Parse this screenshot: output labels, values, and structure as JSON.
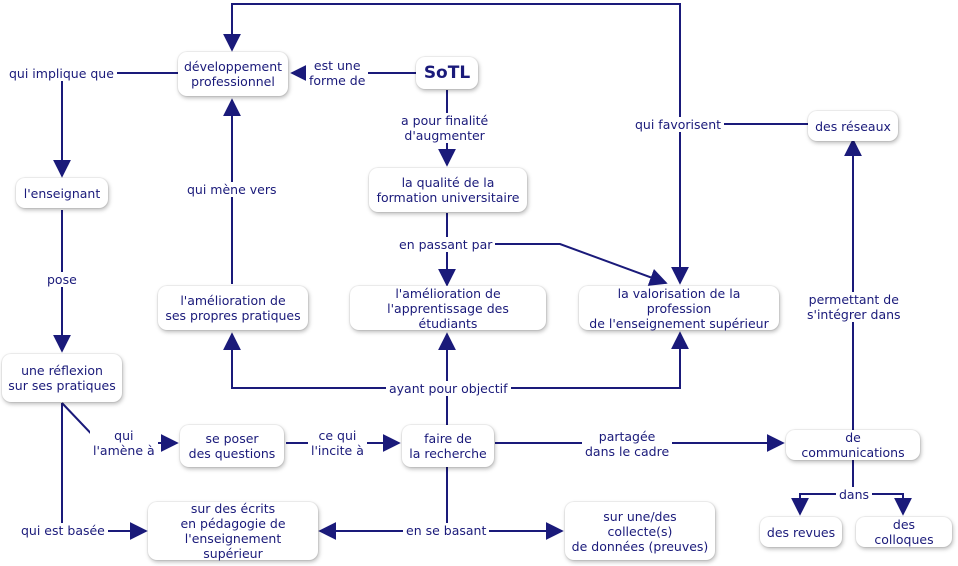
{
  "nodes": {
    "sotl": "SoTL",
    "dev_pro": "développement\nprofessionnel",
    "qualite": "la qualité de la\nformation universitaire",
    "enseignant": "l'enseignant",
    "amelioration_pratiques": "l'amélioration de\nses propres pratiques",
    "amelioration_apprentissage": "l'amélioration de\nl'apprentissage des étudiants",
    "valorisation": "la valorisation de la profession\nde l'enseignement supérieur",
    "reseaux": "des réseaux",
    "reflexion": "une réflexion\nsur ses pratiques",
    "questions": "se poser\ndes questions",
    "recherche": "faire de\nla recherche",
    "communications": "de communications",
    "ecrits": "sur des écrits\nen pédagogie de\nl'enseignement supérieur",
    "collectes": "sur une/des\ncollecte(s)\nde données (preuves)",
    "revues": "des revues",
    "colloques": "des colloques"
  },
  "links": {
    "est_une_forme_de": "est une\nforme de",
    "qui_implique_que": "qui implique que",
    "a_pour_finalite": "a pour finalité\nd'augmenter",
    "qui_favorisent": "qui favorisent",
    "qui_mene_vers": "qui mène vers",
    "pose": "pose",
    "en_passant_par": "en passant par",
    "permettant": "permettant de\ns'intégrer dans",
    "ayant_pour_objectif": "ayant pour objectif",
    "qui_amene_a": "qui\nl'amène à",
    "ce_qui_incite": "ce qui\nl'incite à",
    "partagee": "partagée\ndans le cadre",
    "qui_est_basee": "qui est basée",
    "en_se_basant": "en se basant",
    "dans": "dans"
  },
  "colors": {
    "line": "#1a1a7a",
    "text": "#1a1a7a",
    "node_bg": "#ffffff"
  }
}
